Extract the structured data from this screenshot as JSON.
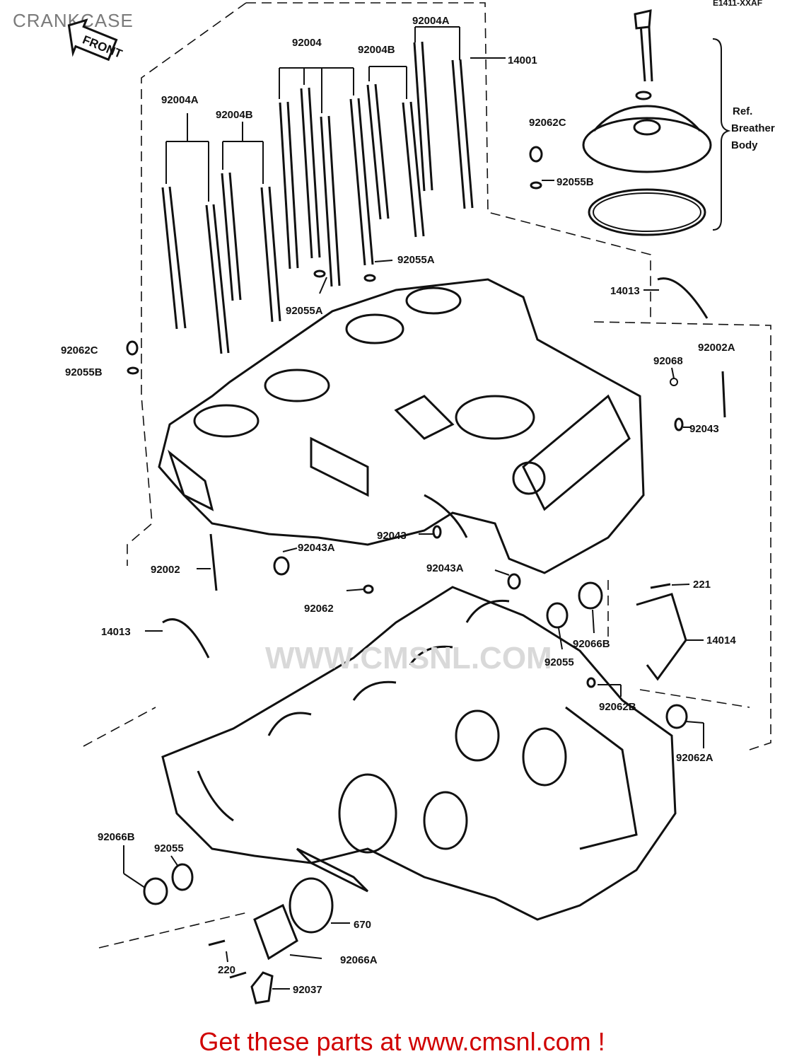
{
  "title": "CRANKCASE",
  "ref_code": "E1411-XXAF",
  "front_label": "FRONT",
  "watermark": "WWW.CMSNL.COM",
  "breather_note": [
    "Ref.",
    "Breather",
    "Body"
  ],
  "footer": "Get these parts at www.cmsnl.com !",
  "part_labels": {
    "p92004A_top": "92004A",
    "p92004": "92004",
    "p92004B_top": "92004B",
    "p14001": "14001",
    "p92004A_left": "92004A",
    "p92004B_left": "92004B",
    "p92062C_top": "92062C",
    "p92055B_top": "92055B",
    "p92055A_right": "92055A",
    "p92055A_mid": "92055A",
    "p14013_top": "14013",
    "p92062C_left": "92062C",
    "p92055B_left": "92055B",
    "p92068": "92068",
    "p92002A": "92002A",
    "p92043_right": "92043",
    "p92043_mid": "92043",
    "p92043A_left": "92043A",
    "p92043A_right": "92043A",
    "p92002": "92002",
    "p92062": "92062",
    "p221": "221",
    "p14013_left": "14013",
    "p92066B_right": "92066B",
    "p14014": "14014",
    "p92055_right": "92055",
    "p92062B": "92062B",
    "p92062A": "92062A",
    "p92066B_left": "92066B",
    "p92055_left": "92055",
    "p670": "670",
    "p220": "220",
    "p92066A": "92066A",
    "p92037": "92037"
  }
}
